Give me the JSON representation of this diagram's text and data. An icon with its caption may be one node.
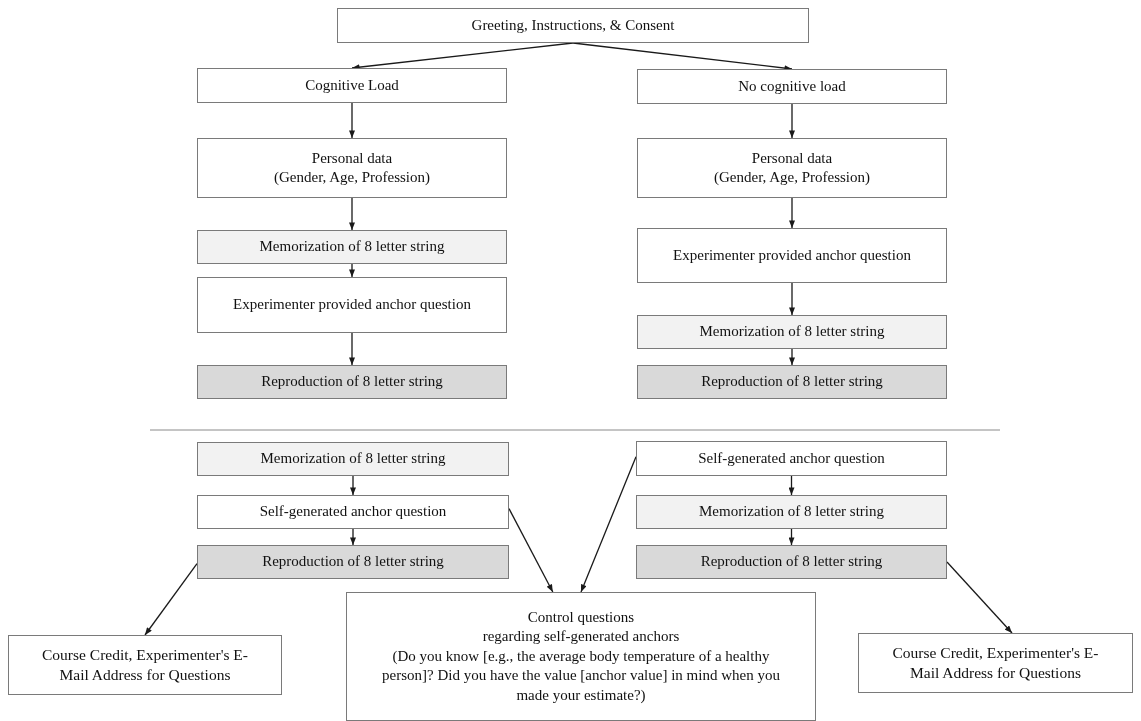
{
  "diagram": {
    "nodes": [
      {
        "text": [
          "Greeting, Instructions, & Consent"
        ]
      },
      {
        "text": [
          "Cognitive Load"
        ]
      },
      {
        "text": [
          "No cognitive load"
        ]
      },
      {
        "text": [
          "Personal data",
          "(Gender, Age, Profession)"
        ]
      },
      {
        "text": [
          "Personal data",
          "(Gender, Age, Profession)"
        ]
      },
      {
        "text": [
          "Memorization of 8 letter string"
        ]
      },
      {
        "text": [
          "Experimenter provided anchor question"
        ]
      },
      {
        "text": [
          "Reproduction of 8 letter string"
        ]
      },
      {
        "text": [
          "Experimenter provided anchor question"
        ]
      },
      {
        "text": [
          "Memorization of 8 letter string"
        ]
      },
      {
        "text": [
          "Reproduction of 8 letter string"
        ]
      },
      {
        "text": [
          "Memorization of 8 letter string"
        ]
      },
      {
        "text": [
          "Self-generated anchor question"
        ]
      },
      {
        "text": [
          "Reproduction of 8 letter string"
        ]
      },
      {
        "text": [
          "Self-generated anchor question"
        ]
      },
      {
        "text": [
          "Memorization of 8 letter string"
        ]
      },
      {
        "text": [
          "Reproduction of 8 letter string"
        ]
      },
      {
        "text": [
          "Course Credit, Experimenter's E-Mail Address for Questions"
        ]
      },
      {
        "text": [
          "Control questions",
          "regarding self-generated anchors",
          "(Do you know [e.g., the average body temperature of a healthy person]? Did you have the value [anchor value] in mind when you made your estimate?)"
        ]
      },
      {
        "text": [
          "Course Credit, Experimenter's E-Mail Address for Questions"
        ]
      }
    ],
    "edges": [
      {
        "from": 0,
        "to": 1,
        "arrow": "to"
      },
      {
        "from": 0,
        "to": 2,
        "arrow": "to"
      },
      {
        "from": 1,
        "to": 3,
        "arrow": "to"
      },
      {
        "from": 3,
        "to": 5,
        "arrow": "to"
      },
      {
        "from": 5,
        "to": 6,
        "arrow": "to"
      },
      {
        "from": 6,
        "to": 7,
        "arrow": "to"
      },
      {
        "from": 2,
        "to": 4,
        "arrow": "to"
      },
      {
        "from": 4,
        "to": 8,
        "arrow": "to"
      },
      {
        "from": 8,
        "to": 9,
        "arrow": "to"
      },
      {
        "from": 9,
        "to": 10,
        "arrow": "to"
      },
      {
        "from": 11,
        "to": 12,
        "arrow": "to"
      },
      {
        "from": 12,
        "to": 13,
        "arrow": "to"
      },
      {
        "from": 14,
        "to": 15,
        "arrow": "to"
      },
      {
        "from": 15,
        "to": 16,
        "arrow": "to"
      },
      {
        "from": 13,
        "to": 17,
        "arrow": "to"
      },
      {
        "from": 12,
        "to": 18,
        "arrow": "to"
      },
      {
        "from": 14,
        "to": 18,
        "arrow": "to"
      },
      {
        "from": 16,
        "to": 19,
        "arrow": "to"
      }
    ]
  }
}
